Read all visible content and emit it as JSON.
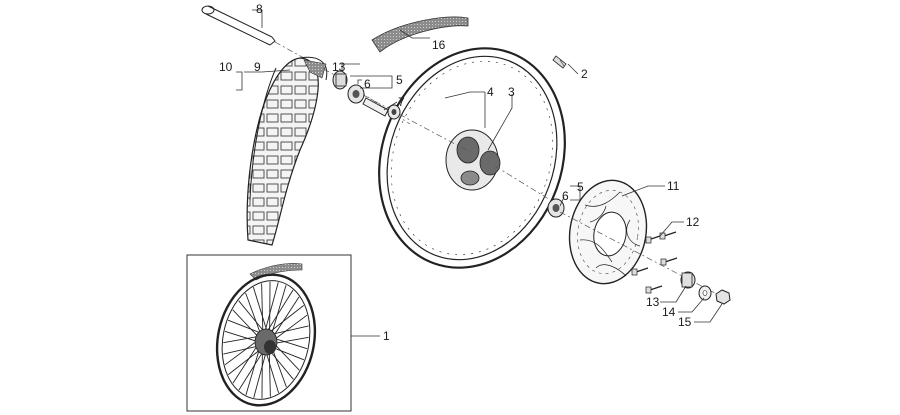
{
  "diagram": {
    "callouts": {
      "c1": "1",
      "c2": "2",
      "c3": "3",
      "c4": "4",
      "c5a": "5",
      "c5b": "5",
      "c6a": "6",
      "c6b": "6",
      "c7": "7",
      "c8": "8",
      "c9": "9",
      "c10": "10",
      "c11": "11",
      "c12": "12",
      "c13a": "13",
      "c13b": "13",
      "c14": "14",
      "c15": "15",
      "c16": "16"
    },
    "colors": {
      "line": "#222222",
      "tape_fill": "#9a9a9a",
      "hub_fill": "#555555"
    }
  }
}
